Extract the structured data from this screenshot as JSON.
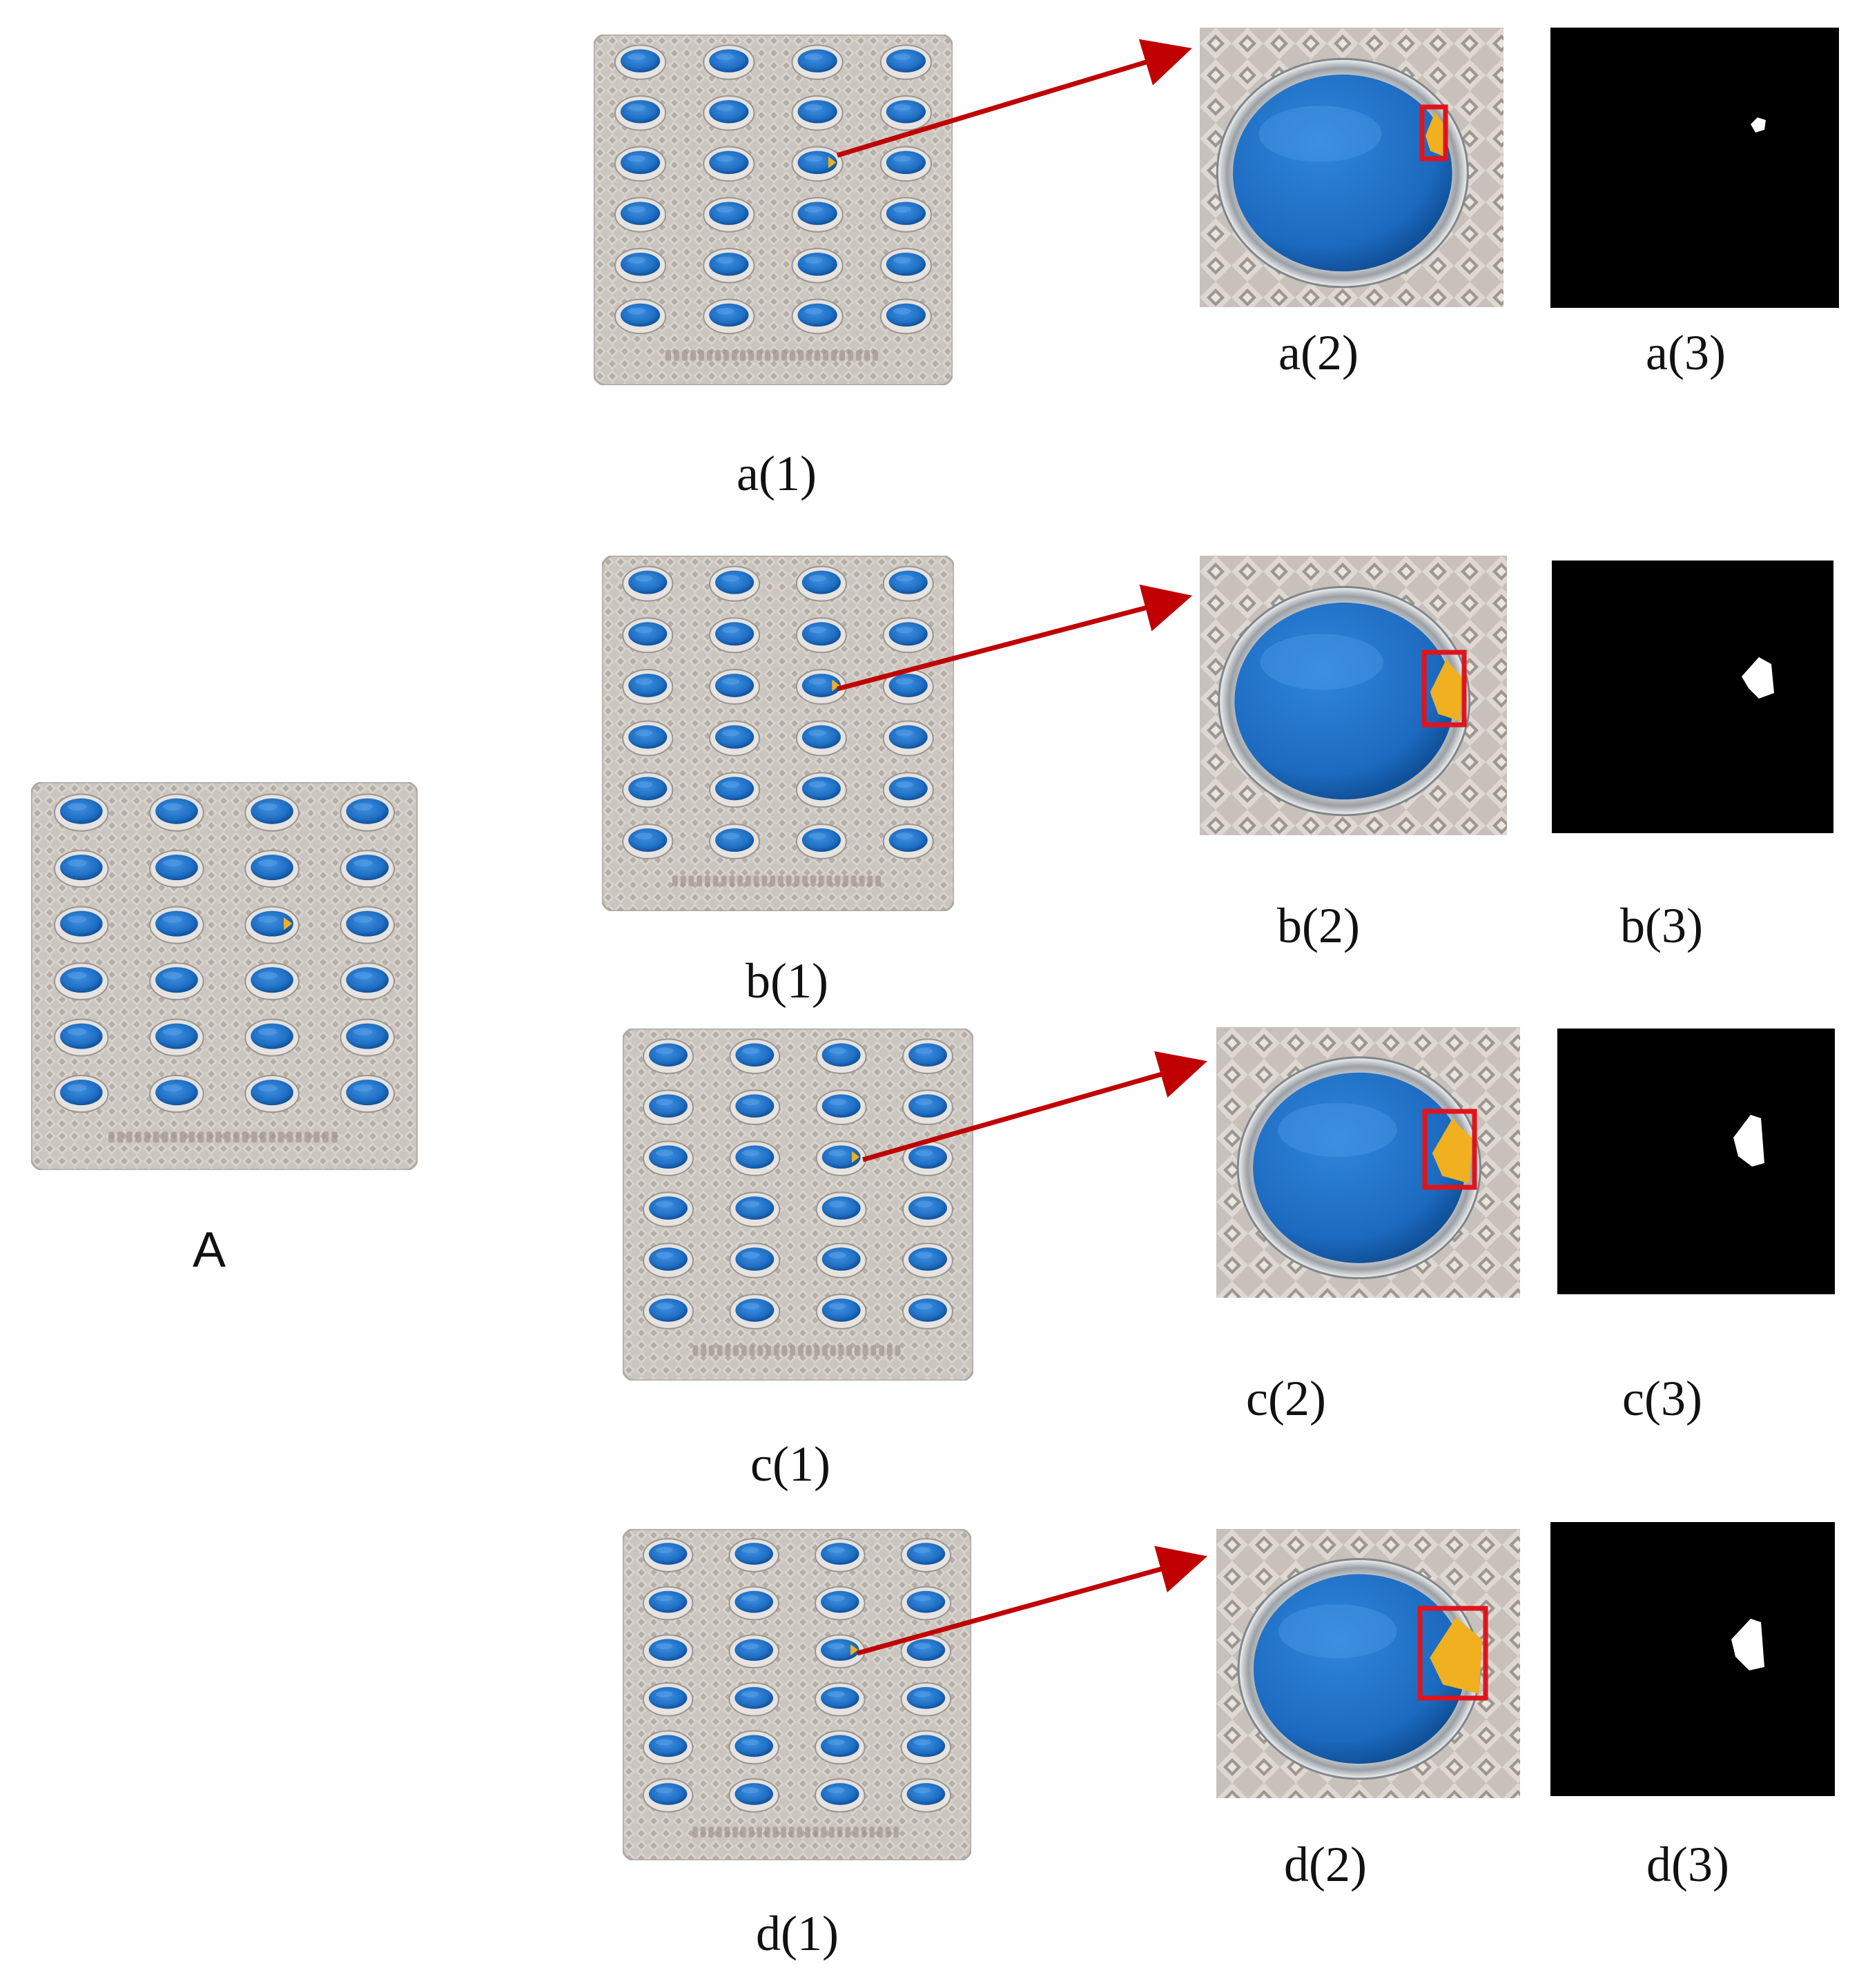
{
  "colors": {
    "foil": "#c9c3bd",
    "foil_dark": "#a9a29b",
    "pill": "#1f6fc4",
    "pill_dark": "#114f96",
    "defect": "#f0b020",
    "box": "#e0141c",
    "arrow": "#c00000",
    "mask_bg": "#000000",
    "mask_fg": "#ffffff"
  },
  "icons": {
    "blister": "blister-pack-photo",
    "zoom": "pill-closeup-photo",
    "mask": "binary-mask-image",
    "arrow": "red-arrow"
  },
  "blister": {
    "rows": 6,
    "cols": 4,
    "defect_position": {
      "row": 3,
      "col": 3
    }
  },
  "labels": {
    "A": "A",
    "a1": "a(1)",
    "a2": "a(2)",
    "a3": "a(3)",
    "b1": "b(1)",
    "b2": "b(2)",
    "b3": "b(3)",
    "c1": "c(1)",
    "c2": "c(2)",
    "c3": "c(3)",
    "d1": "d(1)",
    "d2": "d(2)",
    "d3": "d(3)"
  }
}
